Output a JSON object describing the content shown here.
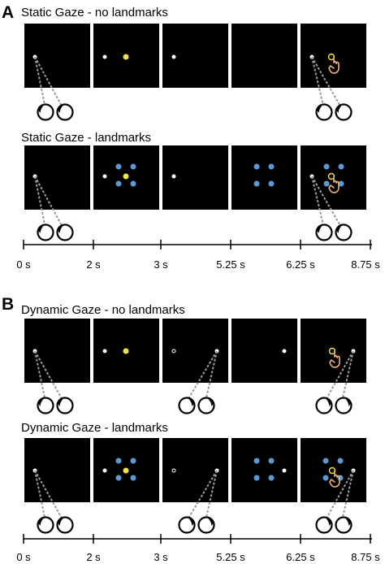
{
  "panels": [
    {
      "letter": "A",
      "conditions": [
        {
          "title": "Static Gaze - no landmarks"
        },
        {
          "title": "Static Gaze - landmarks"
        }
      ],
      "timeline": [
        "0 s",
        "2 s",
        "3 s",
        "5.25 s",
        "6.25 s",
        "8.75 s"
      ]
    },
    {
      "letter": "B",
      "conditions": [
        {
          "title": "Dynamic Gaze - no landmarks"
        },
        {
          "title": "Dynamic Gaze - landmarks"
        }
      ],
      "timeline": [
        "0 s",
        "2 s",
        "3 s",
        "5.25 s",
        "6.25 s",
        "8.75 s"
      ]
    }
  ],
  "colors": {
    "screen": "#000000",
    "fixation": "#ffffff",
    "target": "#f5e04a",
    "landmark": "#5b9bd5",
    "hand": "#f0b27a",
    "gaze_line": "#9a9a9a",
    "eye": "#000000"
  },
  "icons": [
    "eye-icon",
    "pointing-hand-icon"
  ]
}
